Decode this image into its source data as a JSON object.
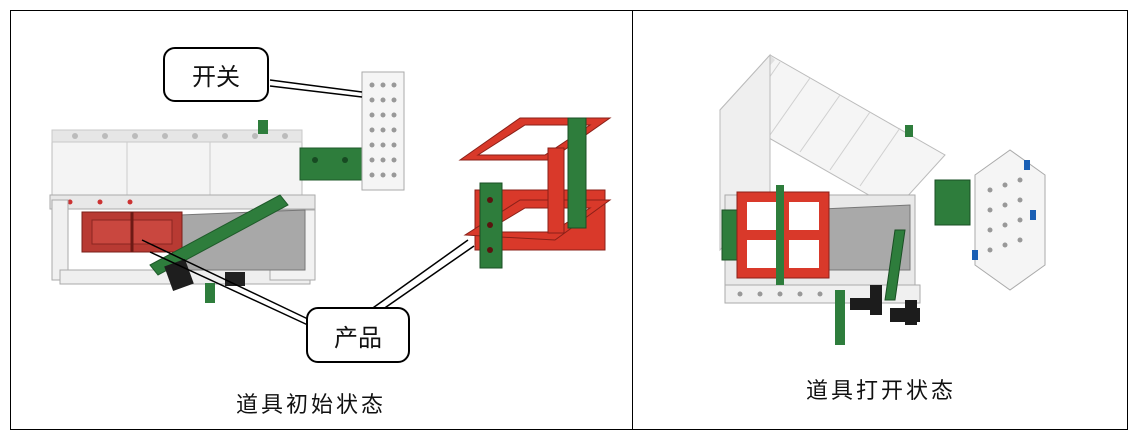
{
  "left_panel": {
    "caption": "道具初始状态",
    "callout_switch": "开关",
    "callout_product": "产品"
  },
  "right_panel": {
    "caption": "道具打开状态"
  },
  "colors": {
    "white_beam": "#f2f2f2",
    "red_frame": "#d9392a",
    "green_beam": "#2e7d3c",
    "grey_plate": "#9a9a9a",
    "black_part": "#1c1c1c"
  }
}
